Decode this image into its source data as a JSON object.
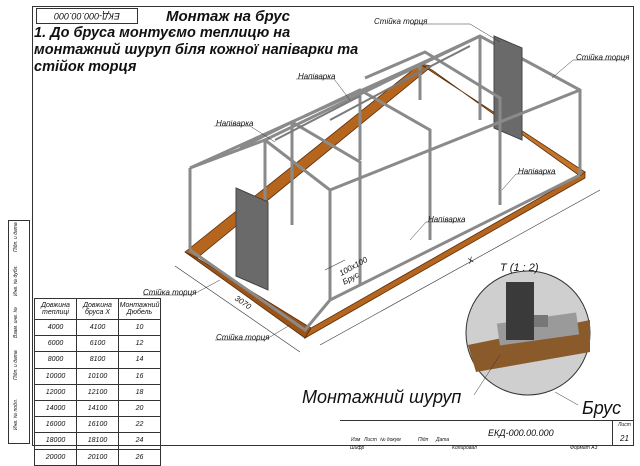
{
  "header": {
    "code": "ЕКД-000.00.000",
    "title": "Монтаж на брус",
    "instruction": "1. До бруса монтуємо теплицю на монтажний шуруп біля кожної напіварки та стійок торця"
  },
  "callouts": {
    "stiyka_top": "Стійка торця",
    "stiyka_right": "Стійка торця",
    "napivarka_1": "Напіварка",
    "napivarka_2": "Напіварка",
    "napivarka_3": "Напіварка",
    "napivarka_4": "Напіварка",
    "stiyka_left": "Стійка торця",
    "stiyka_bottom": "Стійка торця"
  },
  "dimensions": {
    "width": "3070",
    "length": "X",
    "beam_size": "100х100",
    "beam_label": "Брус"
  },
  "table": {
    "headers": [
      "Довжина теплиці",
      "Довжина бруса X",
      "Монтажний Дюбель"
    ],
    "rows": [
      [
        "4000",
        "4100",
        "10"
      ],
      [
        "6000",
        "6100",
        "12"
      ],
      [
        "8000",
        "8100",
        "14"
      ],
      [
        "10000",
        "10100",
        "16"
      ],
      [
        "12000",
        "12100",
        "18"
      ],
      [
        "14000",
        "14100",
        "20"
      ],
      [
        "16000",
        "16100",
        "22"
      ],
      [
        "18000",
        "18100",
        "24"
      ],
      [
        "20000",
        "20100",
        "26"
      ]
    ]
  },
  "detail": {
    "title": "Т (1 : 2)",
    "screw_label": "Монтажний шуруп",
    "beam_label": "Брус"
  },
  "side_labels": [
    "Підп. и дата",
    "Инв. № дубл.",
    "Взам. инв. №",
    "Підп. и дата",
    "Инв. № подл."
  ],
  "title_block": {
    "code": "ЕКД-000.00.000",
    "sheet_label": "Лист",
    "sheet_number": "21",
    "cols": [
      "Изм",
      "Лист",
      "№ докум",
      "Підп",
      "Дата"
    ],
    "developer": "Шифр",
    "copied": "Копировал",
    "format": "Формат A3"
  },
  "colors": {
    "frame": "#9a9a9a",
    "wood": "#b5651d",
    "mesh": "#6a6a6a"
  }
}
